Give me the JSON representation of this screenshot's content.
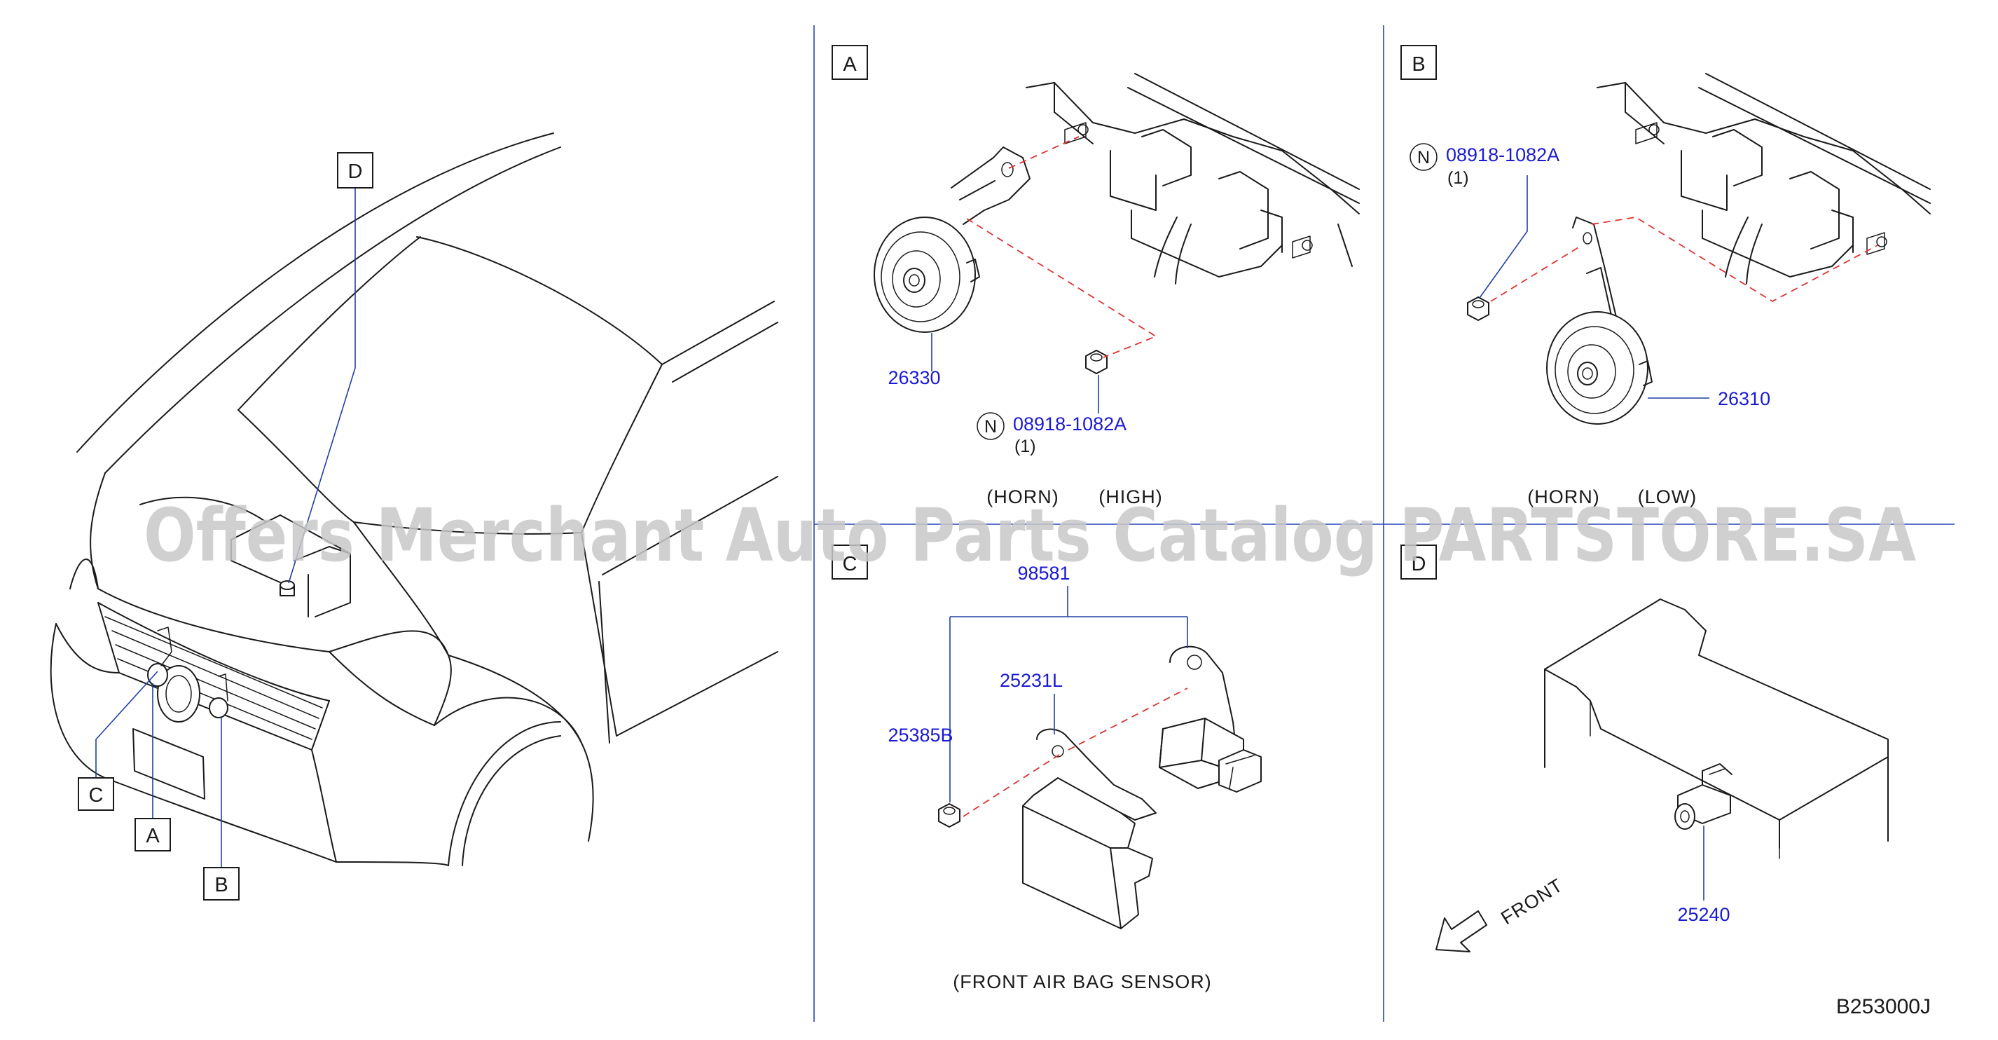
{
  "watermark": "Offers Merchant Auto Parts Catalog PARTSTORE.SA",
  "diagram_code": "B253000J",
  "overview": {
    "callouts": [
      "D",
      "C",
      "A",
      "B"
    ]
  },
  "panels": {
    "a": {
      "letter": "A",
      "horn_part": "26330",
      "nut_symbol": "N",
      "nut_part": "08918-1082A",
      "nut_qty": "(1)",
      "caption_1": "(HORN)",
      "caption_2": "(HIGH)"
    },
    "b": {
      "letter": "B",
      "horn_part": "26310",
      "nut_symbol": "N",
      "nut_part": "08918-1082A",
      "nut_qty": "(1)",
      "caption_1": "(HORN)",
      "caption_2": "(LOW)"
    },
    "c": {
      "letter": "C",
      "assembly_part": "98581",
      "bracket_part": "25231L",
      "nut_part": "25385B",
      "caption": "(FRONT   AIR   BAG   SENSOR)"
    },
    "d": {
      "letter": "D",
      "switch_part": "25240",
      "front_label": "FRONT"
    }
  },
  "colors": {
    "part_number": "#1a1ad6",
    "leader_line": "#1f3fa6",
    "mounting_dash": "#e0322f",
    "divider": "#2446b8",
    "watermark": "#c8c8c8"
  }
}
